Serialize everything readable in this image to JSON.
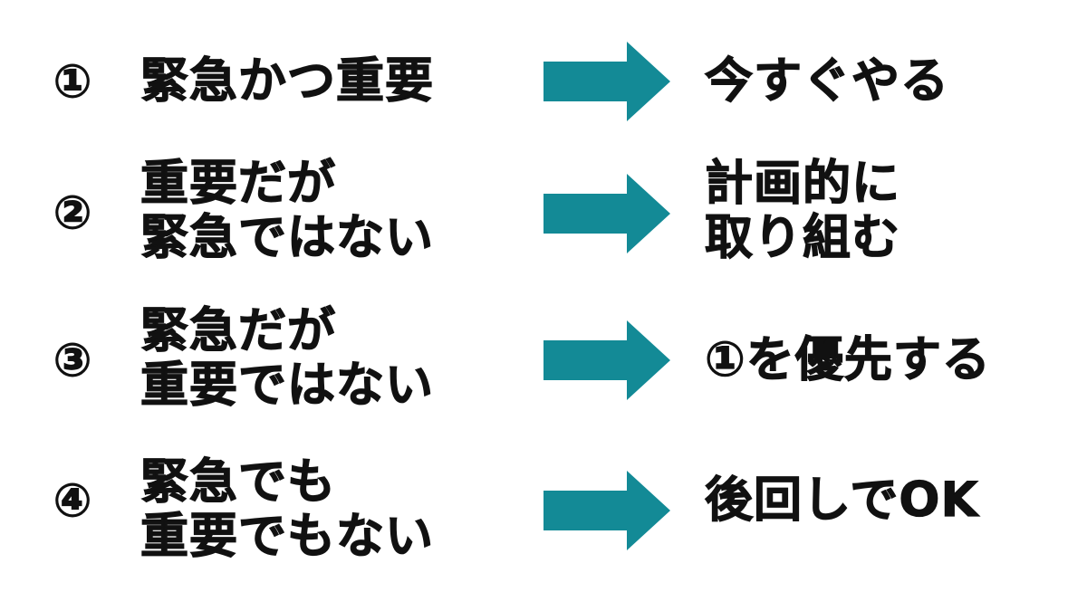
{
  "accent_color": "#138a96",
  "rows": [
    {
      "number": "①",
      "label_lines": [
        "緊急かつ重要"
      ],
      "action_lines": [
        "今すぐやる"
      ]
    },
    {
      "number": "②",
      "label_lines": [
        "重要だが",
        "緊急ではない"
      ],
      "action_lines": [
        "計画的に",
        "取り組む"
      ]
    },
    {
      "number": "③",
      "label_lines": [
        "緊急だが",
        "重要ではない"
      ],
      "action_lines": [
        "①を優先する"
      ]
    },
    {
      "number": "④",
      "label_lines": [
        "緊急でも",
        "重要でもない"
      ],
      "action_lines": [
        "後回しでOK"
      ]
    }
  ],
  "icons": {
    "arrow": "arrow-right-icon"
  }
}
